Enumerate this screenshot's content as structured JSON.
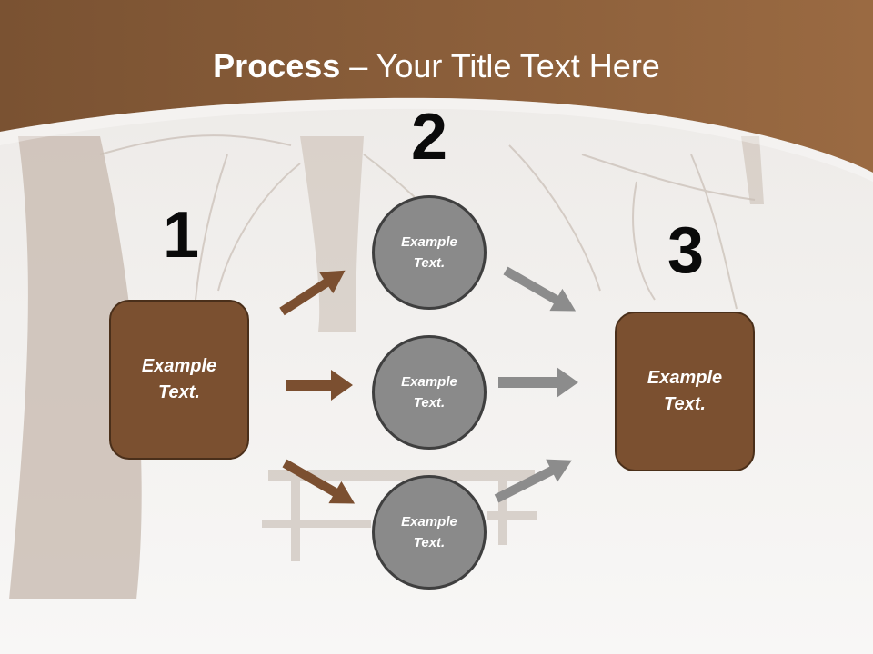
{
  "slide": {
    "title_bold": "Process",
    "title_rest": " – Your Title Text Here"
  },
  "steps": [
    "1",
    "2",
    "3"
  ],
  "left_box": {
    "text": "Example Text."
  },
  "circles": [
    {
      "text": "Example Text."
    },
    {
      "text": "Example Text."
    },
    {
      "text": "Example Text."
    }
  ],
  "right_box": {
    "text": "Example Text."
  },
  "colors": {
    "header_brown": "#7a5232",
    "box_brown": "#7b5030",
    "circle_gray": "#8a8a8a",
    "arrow_brown": "#7b4f30",
    "arrow_gray": "#8c8c8c"
  }
}
